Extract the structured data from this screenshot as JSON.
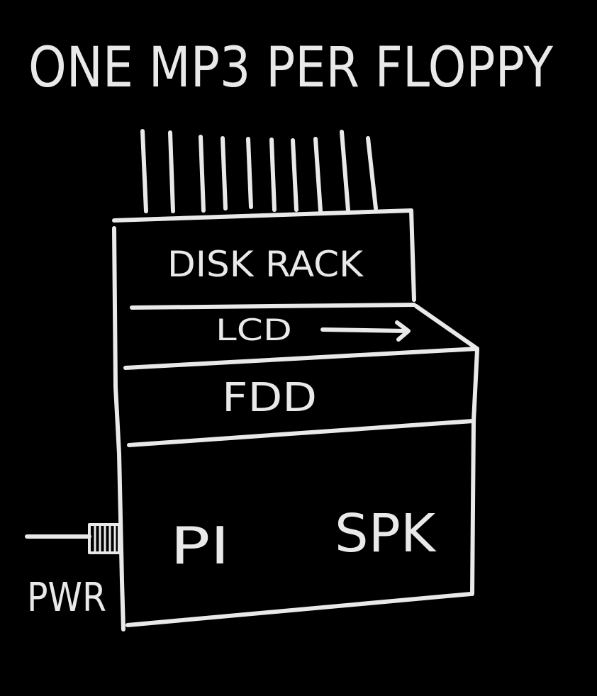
{
  "title": "ONE MP3 PER FLOPPY",
  "labels": {
    "disk_rack": "DISK RACK",
    "lcd": "LCD",
    "fdd": "FDD",
    "pi": "PI",
    "speaker": "SPK",
    "power": "PWR"
  },
  "colors": {
    "background": "#000000",
    "ink": "#e9e9e9"
  }
}
